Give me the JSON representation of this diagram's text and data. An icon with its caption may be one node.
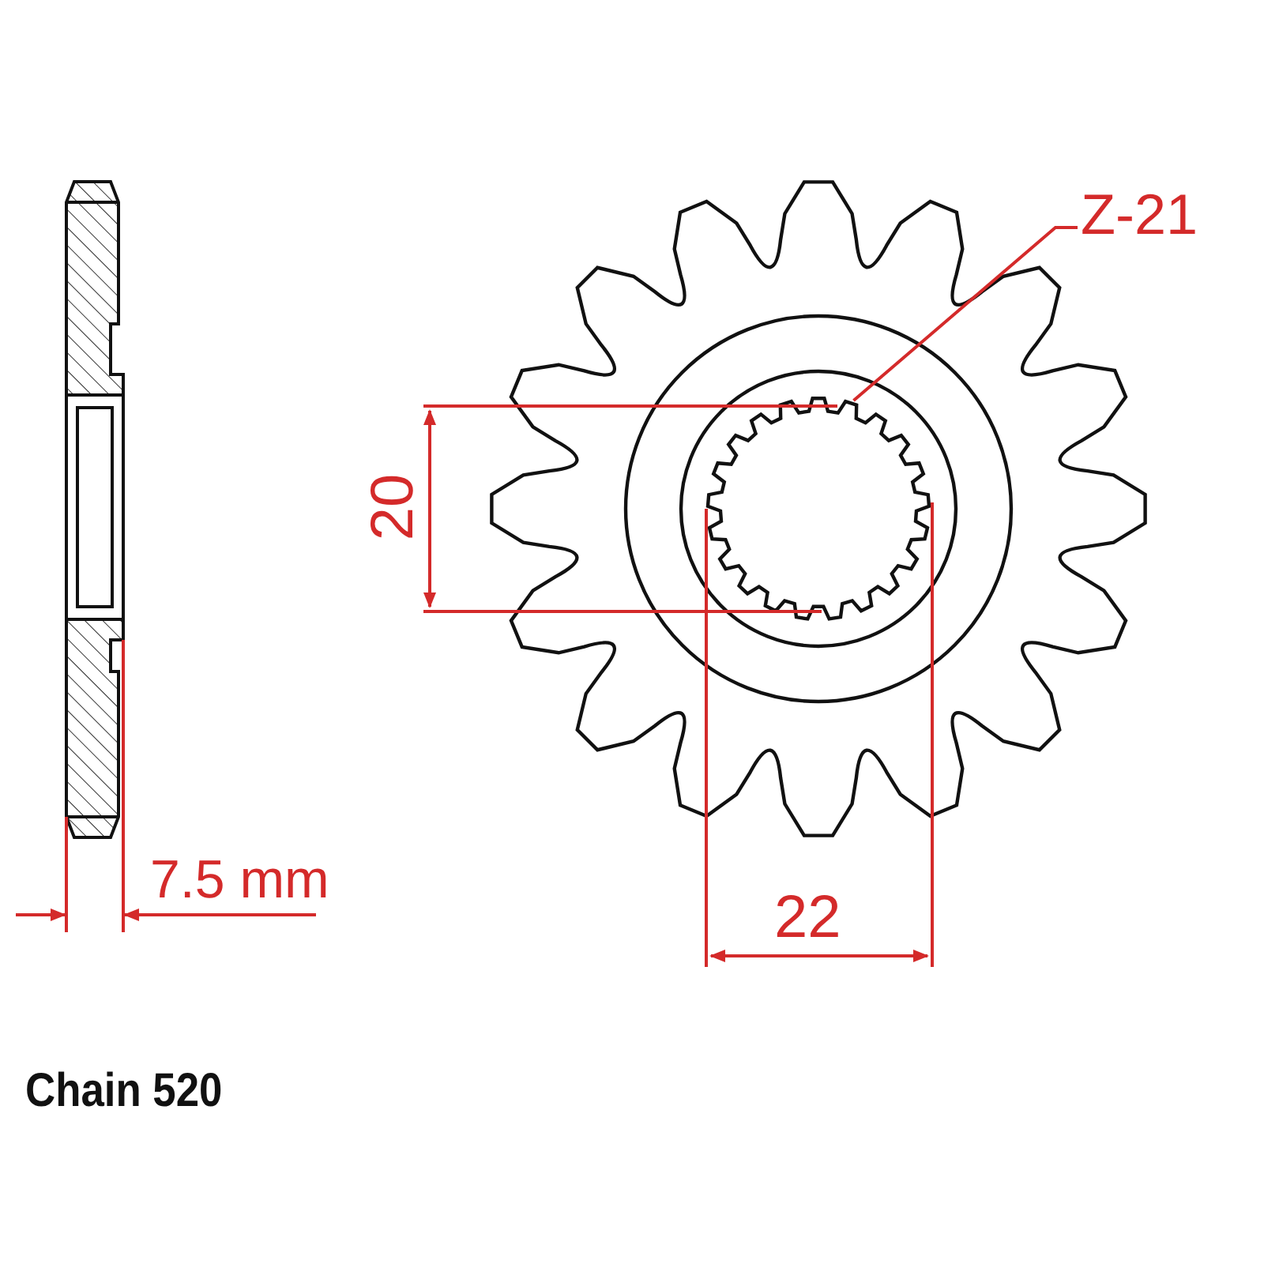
{
  "diagram": {
    "nodes": [
      {
        "text": [
          "Z-21"
        ]
      },
      {
        "text": [],
        "shape": "picture"
      }
    ],
    "edges": [
      {
        "from": 0,
        "to": 1,
        "arrow": "none"
      }
    ],
    "labels": [
      "20",
      "22",
      "7.5 mm",
      "Chain 520"
    ]
  }
}
